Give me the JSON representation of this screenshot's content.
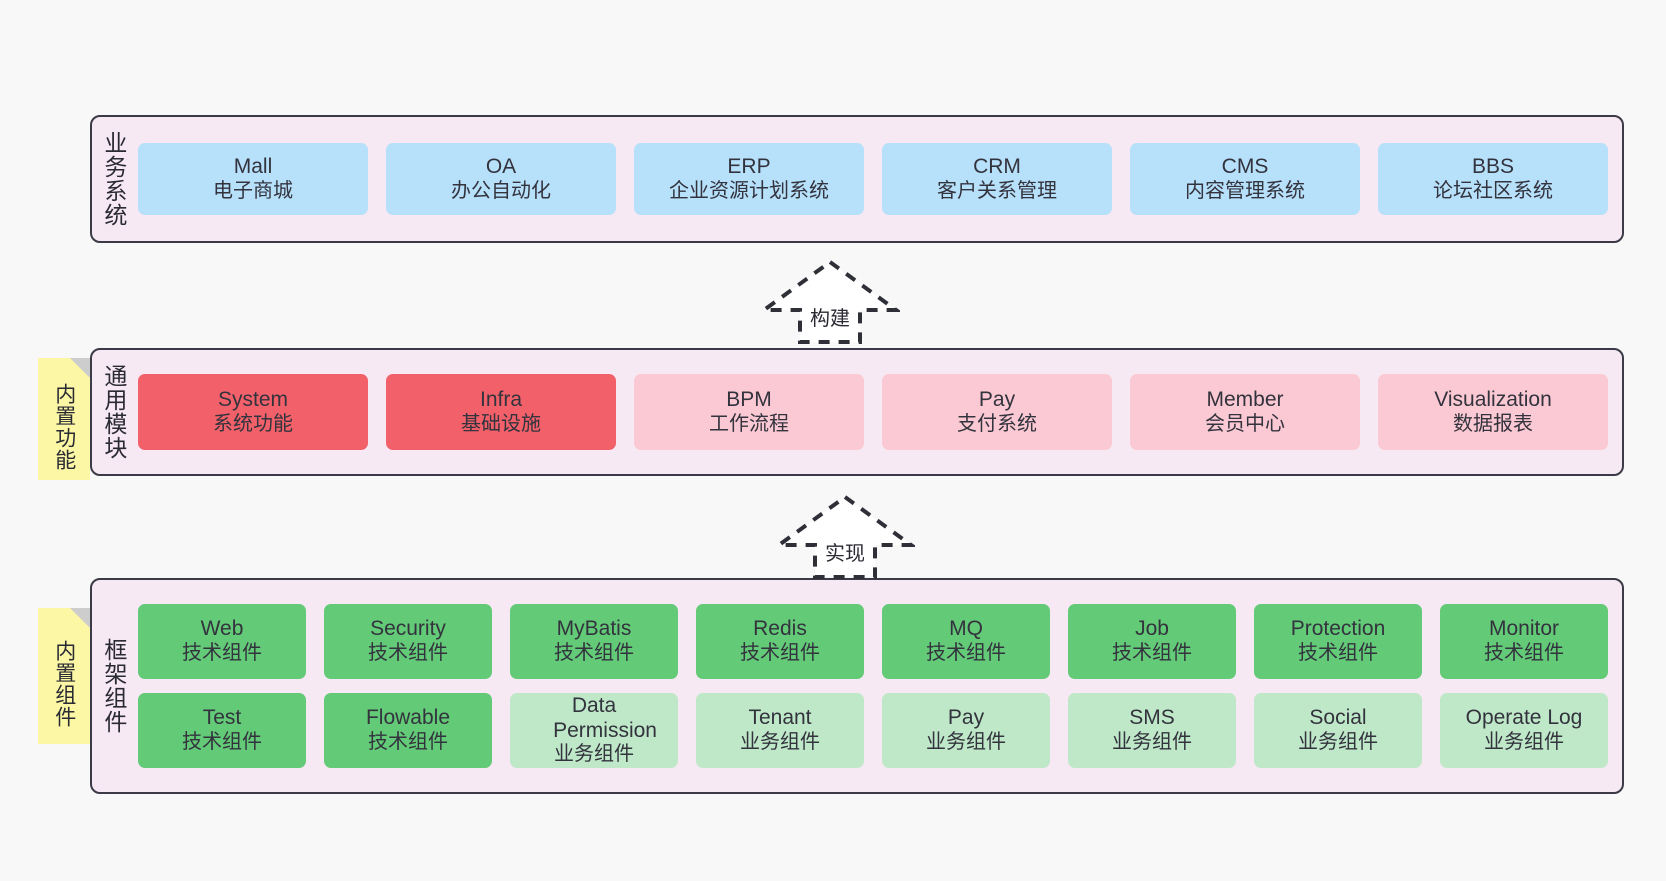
{
  "diagram": {
    "background": "#f8f8f8",
    "panel_bg": "#f7e9f3",
    "panel_border": "#3b3b47",
    "note_bg": "#fbf7a5"
  },
  "layers": [
    {
      "id": "business",
      "title": "业务系统",
      "note": null,
      "rows": [
        {
          "cells": [
            {
              "name": "Mall",
              "desc": "电子商城",
              "color": "#b7e0fb",
              "variant": "c-blue"
            },
            {
              "name": "OA",
              "desc": "办公自动化",
              "color": "#b7e0fb",
              "variant": "c-blue"
            },
            {
              "name": "ERP",
              "desc": "企业资源计划系统",
              "color": "#b7e0fb",
              "variant": "c-blue"
            },
            {
              "name": "CRM",
              "desc": "客户关系管理",
              "color": "#b7e0fb",
              "variant": "c-blue"
            },
            {
              "name": "CMS",
              "desc": "内容管理系统",
              "color": "#b7e0fb",
              "variant": "c-blue"
            },
            {
              "name": "BBS",
              "desc": "论坛社区系统",
              "color": "#b7e0fb",
              "variant": "c-blue"
            }
          ]
        }
      ]
    },
    {
      "id": "common",
      "title": "通用模块",
      "note": "内置功能",
      "rows": [
        {
          "cells": [
            {
              "name": "System",
              "desc": "系统功能",
              "color": "#f2606a",
              "variant": "c-red"
            },
            {
              "name": "Infra",
              "desc": "基础设施",
              "color": "#f2606a",
              "variant": "c-red"
            },
            {
              "name": "BPM",
              "desc": "工作流程",
              "color": "#fbc9d3",
              "variant": "c-pink"
            },
            {
              "name": "Pay",
              "desc": "支付系统",
              "color": "#fbc9d3",
              "variant": "c-pink"
            },
            {
              "name": "Member",
              "desc": "会员中心",
              "color": "#fbc9d3",
              "variant": "c-pink"
            },
            {
              "name": "Visualization",
              "desc": "数据报表",
              "color": "#fbc9d3",
              "variant": "c-pink"
            }
          ]
        }
      ]
    },
    {
      "id": "framework",
      "title": "框架组件",
      "note": "内置组件",
      "rows": [
        {
          "cells": [
            {
              "name": "Web",
              "desc": "技术组件",
              "color": "#63ca77",
              "variant": "c-green"
            },
            {
              "name": "Security",
              "desc": "技术组件",
              "color": "#63ca77",
              "variant": "c-green"
            },
            {
              "name": "MyBatis",
              "desc": "技术组件",
              "color": "#63ca77",
              "variant": "c-green"
            },
            {
              "name": "Redis",
              "desc": "技术组件",
              "color": "#63ca77",
              "variant": "c-green"
            },
            {
              "name": "MQ",
              "desc": "技术组件",
              "color": "#63ca77",
              "variant": "c-green"
            },
            {
              "name": "Job",
              "desc": "技术组件",
              "color": "#63ca77",
              "variant": "c-green"
            },
            {
              "name": "Protection",
              "desc": "技术组件",
              "color": "#63ca77",
              "variant": "c-green"
            },
            {
              "name": "Monitor",
              "desc": "技术组件",
              "color": "#63ca77",
              "variant": "c-green"
            }
          ]
        },
        {
          "cells": [
            {
              "name": "Test",
              "desc": "技术组件",
              "color": "#63ca77",
              "variant": "c-green"
            },
            {
              "name": "Flowable",
              "desc": "技术组件",
              "color": "#63ca77",
              "variant": "c-green"
            },
            {
              "name": "Data Permission",
              "desc": "业务组件",
              "color": "#bfe8c9",
              "variant": "c-lightgreen"
            },
            {
              "name": "Tenant",
              "desc": "业务组件",
              "color": "#bfe8c9",
              "variant": "c-lightgreen"
            },
            {
              "name": "Pay",
              "desc": "业务组件",
              "color": "#bfe8c9",
              "variant": "c-lightgreen"
            },
            {
              "name": "SMS",
              "desc": "业务组件",
              "color": "#bfe8c9",
              "variant": "c-lightgreen"
            },
            {
              "name": "Social",
              "desc": "业务组件",
              "color": "#bfe8c9",
              "variant": "c-lightgreen"
            },
            {
              "name": "Operate Log",
              "desc": "业务组件",
              "color": "#bfe8c9",
              "variant": "c-lightgreen"
            }
          ]
        }
      ]
    }
  ],
  "arrows": [
    {
      "id": "build",
      "label": "构建",
      "direction": "up",
      "from": "common",
      "to": "business"
    },
    {
      "id": "implement",
      "label": "实现",
      "direction": "up",
      "from": "framework",
      "to": "common"
    }
  ]
}
